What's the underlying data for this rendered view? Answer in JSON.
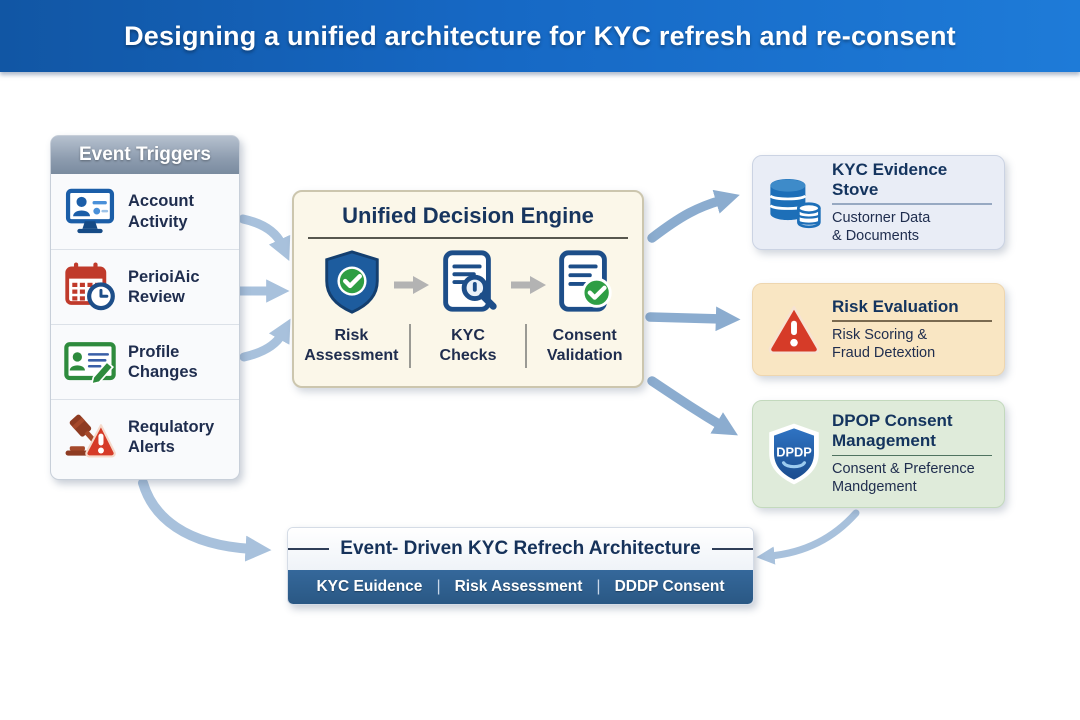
{
  "header": {
    "title": "Designing a unified architecture for KYC refresh and re-consent"
  },
  "event_triggers": {
    "title": "Event Triggers",
    "items": [
      {
        "icon": "monitor-user-icon",
        "label": "Account\nActivity"
      },
      {
        "icon": "calendar-clock-icon",
        "label": "PerioiAic\nReview"
      },
      {
        "icon": "id-card-edit-icon",
        "label": "Profile\nChanges"
      },
      {
        "icon": "gavel-warning-icon",
        "label": "Requlatory\nAlerts"
      }
    ]
  },
  "decision_engine": {
    "title": "Unified Decision Engine",
    "steps": [
      {
        "icon": "shield-check-icon",
        "label": "Risk\nAssessment"
      },
      {
        "icon": "document-search-icon",
        "label": "KYC\nChecks"
      },
      {
        "icon": "document-check-icon",
        "label": "Consent\nValidation"
      }
    ]
  },
  "outputs": [
    {
      "icon": "database-icon",
      "title": "KYC Evidence Stove",
      "subtitle": "Custorner Data\n& Documents",
      "bg": "#E9EDF6"
    },
    {
      "icon": "warning-triangle-icon",
      "title": "Risk Evaluation",
      "subtitle": "Risk Scoring &\nFraud Detextion",
      "bg": "#F9E6C3"
    },
    {
      "icon": "dpdp-shield-icon",
      "shield_text": "DPDP",
      "title": "DPOP Consent\nManagement",
      "subtitle": "Consent & Preference\nMandgement",
      "bg": "#DFEBDA"
    }
  ],
  "footer": {
    "title": "Event- Driven KYC Refrech Architecture",
    "separator": "|",
    "items": [
      "KYC Euidence",
      "Risk Assessment",
      "DDDP Consent"
    ]
  },
  "colors": {
    "header_gradient_left": "#1156A4",
    "header_gradient_right": "#1E7BD8",
    "panel_header_gray": "#8D9CAF",
    "navy_text": "#17355E",
    "arrow_light": "#A8C1DC",
    "arrow_dark": "#8BACCF",
    "engine_bg": "#FBF7E9",
    "footer_bar_blue": "#2E5F8F",
    "alert_red": "#D63B28",
    "success_green": "#2E9E44",
    "primary_blue": "#1D5C9E"
  }
}
